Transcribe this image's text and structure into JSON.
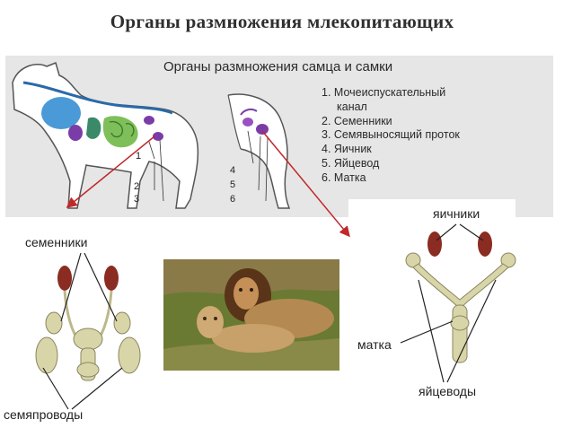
{
  "slide": {
    "title": "Органы размножения млекопитающих"
  },
  "top_panel": {
    "title": "Органы размножения самца и самки",
    "legend": [
      "1. Мочеиспускательный",
      "канал",
      "2. Семенники",
      "3. Семявыносящий проток",
      "4. Яичник",
      "5. Яйцевод",
      "6. Матка"
    ],
    "male_numbers": [
      "1",
      "2",
      "3"
    ],
    "female_numbers": [
      "4",
      "5",
      "6"
    ]
  },
  "left_figure": {
    "label_top": "семенники",
    "label_bottom": "семяпроводы"
  },
  "right_figure": {
    "label_top": "яичники",
    "label_middle": "матка",
    "label_bottom": "яйцеводы"
  },
  "colors": {
    "arrow": "#c0282a",
    "panel": "#e6e6e6",
    "organ": "#d8d6a8",
    "testis": "#8a2c22"
  }
}
